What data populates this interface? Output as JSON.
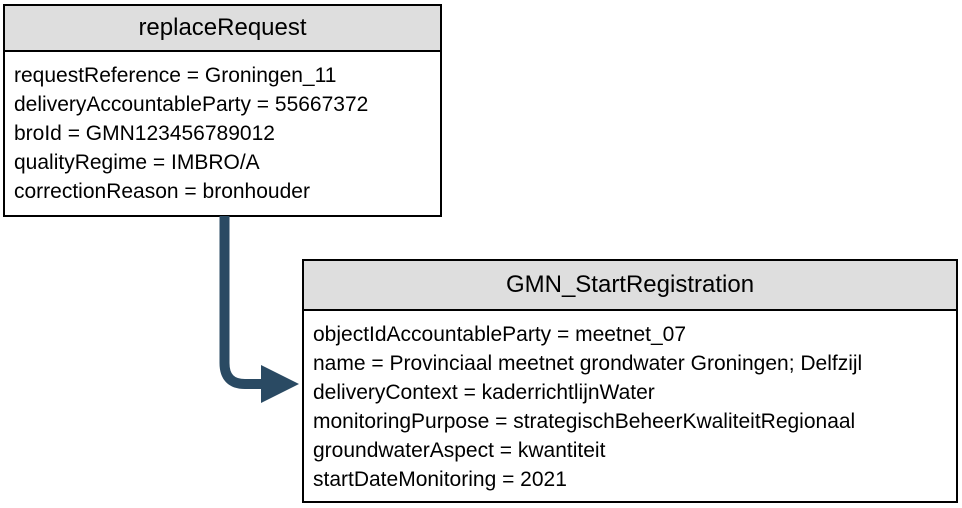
{
  "diagram": {
    "background": "#ffffff",
    "colors": {
      "node_header_fill": "#dedede",
      "node_body_fill": "#ffffff",
      "node_border": "#000000",
      "text": "#000000",
      "arrow": "#2a4a63"
    },
    "nodes": [
      {
        "title": "replaceRequest",
        "attributes": [
          "requestReference = Groningen_11",
          "deliveryAccountableParty = 55667372",
          "broId = GMN123456789012",
          "qualityRegime = IMBRO/A",
          "correctionReason = bronhouder"
        ]
      },
      {
        "title": "GMN_StartRegistration",
        "attributes": [
          "objectIdAccountableParty = meetnet_07",
          "name = Provinciaal meetnet grondwater Groningen; Delfzijl",
          "deliveryContext = kaderrichtlijnWater",
          "monitoringPurpose = strategischBeheerKwaliteitRegionaal",
          "groundwaterAspect = kwantiteit",
          "startDateMonitoring = 2021"
        ]
      }
    ],
    "edge": {
      "from": "replaceRequest",
      "to": "GMN_StartRegistration",
      "style": "elbow-arrow"
    }
  }
}
